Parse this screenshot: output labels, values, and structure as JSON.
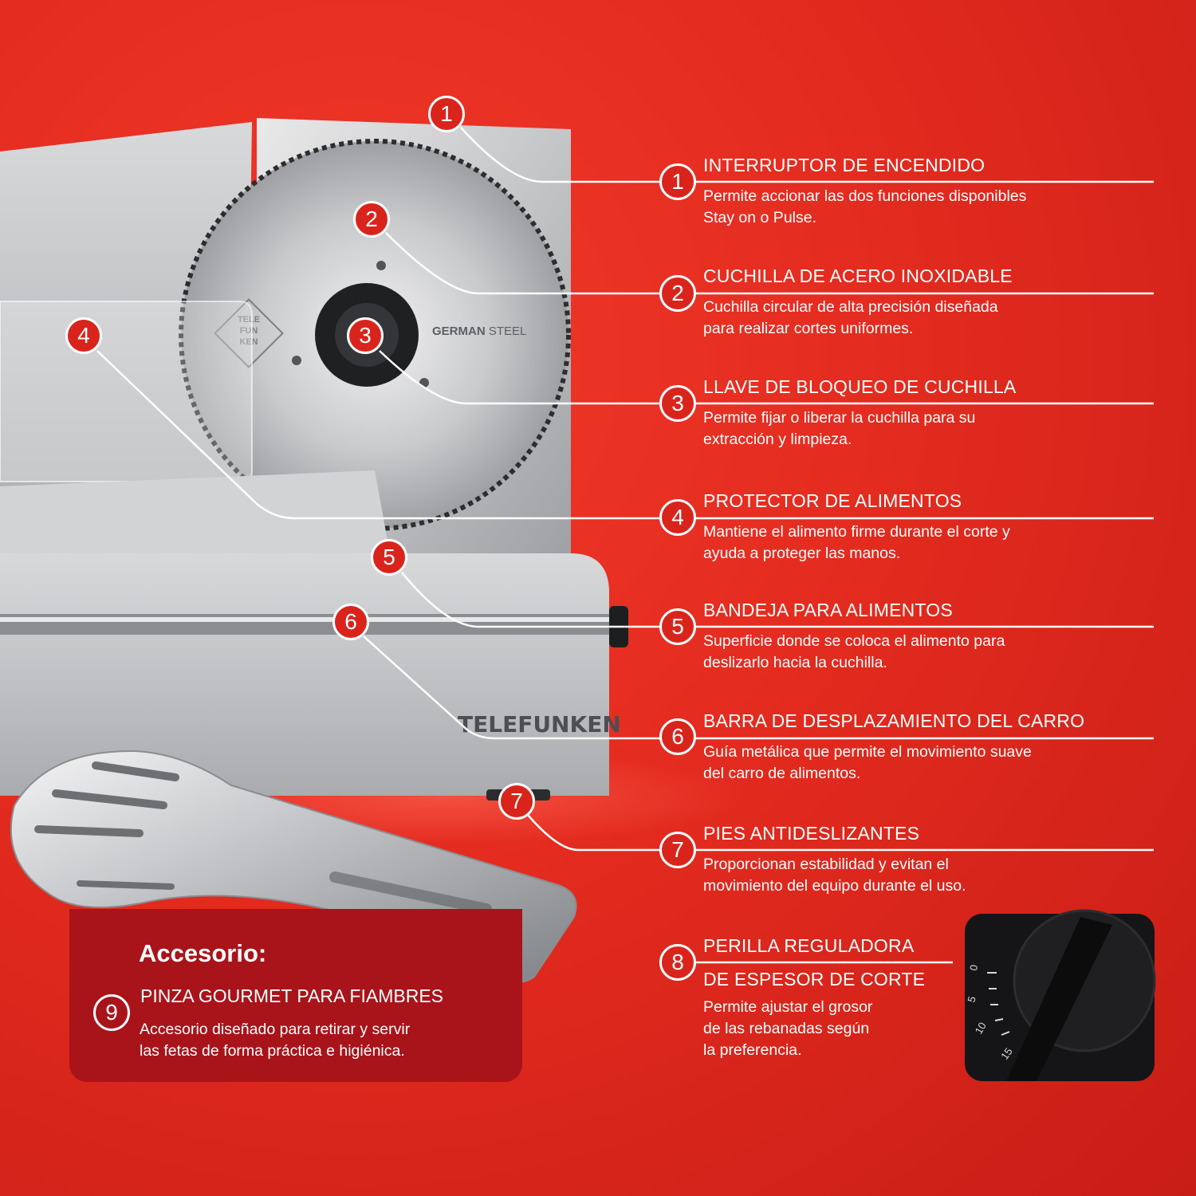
{
  "features": [
    {
      "num": "1",
      "title": "INTERRUPTOR DE ENCENDIDO",
      "desc": [
        "Permite accionar las dos funciones disponibles",
        "Stay on o Pulse."
      ]
    },
    {
      "num": "2",
      "title": "CUCHILLA DE ACERO INOXIDABLE",
      "desc": [
        "Cuchilla circular de alta precisión diseñada",
        "para realizar cortes uniformes."
      ]
    },
    {
      "num": "3",
      "title": "LLAVE DE BLOQUEO DE CUCHILLA",
      "desc": [
        "Permite fijar o liberar la cuchilla para su",
        "extracción y limpieza."
      ]
    },
    {
      "num": "4",
      "title": "PROTECTOR DE ALIMENTOS",
      "desc": [
        "Mantiene el alimento firme durante el corte y",
        "ayuda a proteger las manos."
      ]
    },
    {
      "num": "5",
      "title": "BANDEJA PARA ALIMENTOS",
      "desc": [
        "Superficie donde se coloca el alimento para",
        "deslizarlo hacia la cuchilla."
      ]
    },
    {
      "num": "6",
      "title": "BARRA DE DESPLAZAMIENTO DEL CARRO",
      "desc": [
        "Guía metálica que permite el movimiento suave",
        "del carro de alimentos."
      ]
    },
    {
      "num": "7",
      "title": "PIES ANTIDESLIZANTES",
      "desc": [
        "Proporcionan estabilidad y evitan el",
        "movimiento del equipo durante el uso."
      ]
    },
    {
      "num": "8",
      "title": "PERILLA REGULADORA",
      "title2": "DE ESPESOR DE CORTE",
      "desc": [
        "Permite ajustar el grosor",
        "de las rebanadas según",
        "la preferencia."
      ]
    }
  ],
  "accessory": {
    "heading": "Accesorio:",
    "num": "9",
    "title": "PINZA GOURMET PARA FIAMBRES",
    "desc": [
      "Accesorio diseñado para retirar y servir",
      "las fetas de forma práctica e higiénica."
    ]
  },
  "product": {
    "brand": "TELEFUNKEN",
    "blade_text_bold": "GERMAN",
    "blade_text_light": "STEEL",
    "logo_lines": [
      "TELE",
      "FUN",
      "KEN"
    ]
  },
  "dial": {
    "ticks": [
      "0",
      "5",
      "10",
      "15"
    ]
  },
  "colors": {
    "background": "#e32b1f",
    "accent_dark": "#a8141a",
    "text": "#ffffff"
  }
}
